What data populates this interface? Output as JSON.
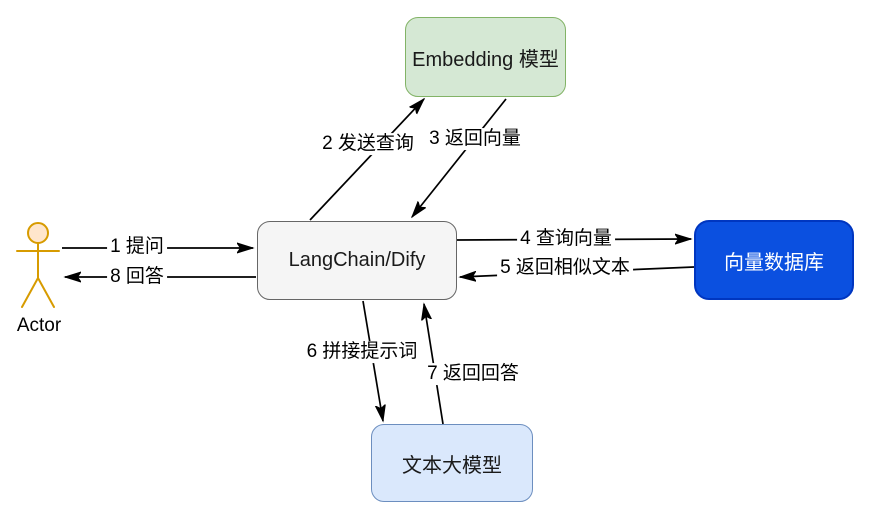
{
  "actor": {
    "label": "Actor"
  },
  "nodes": {
    "embedding": {
      "label": "Embedding 模型",
      "fill": "#d5e8d4",
      "stroke": "#82b366",
      "text_color": "#000000"
    },
    "langchain": {
      "label": "LangChain/Dify",
      "fill": "#f5f5f5",
      "stroke": "#666666",
      "text_color": "#333333"
    },
    "vectordb": {
      "label": "向量数据库",
      "fill": "#0b50e0",
      "stroke": "#0036c0",
      "text_color": "#ffffff"
    },
    "llm": {
      "label": "文本大模型",
      "fill": "#dae8fc",
      "stroke": "#6c8ebf",
      "text_color": "#000000"
    }
  },
  "edges": {
    "e1": {
      "label": "1 提问",
      "from": "Actor",
      "to": "LangChain/Dify"
    },
    "e2": {
      "label": "2 发送查询",
      "from": "LangChain/Dify",
      "to": "Embedding 模型"
    },
    "e3": {
      "label": "3 返回向量",
      "from": "Embedding 模型",
      "to": "LangChain/Dify"
    },
    "e4": {
      "label": "4 查询向量",
      "from": "LangChain/Dify",
      "to": "向量数据库"
    },
    "e5": {
      "label": "5 返回相似文本",
      "from": "向量数据库",
      "to": "LangChain/Dify"
    },
    "e6": {
      "label": "6 拼接提示词",
      "from": "LangChain/Dify",
      "to": "文本大模型"
    },
    "e7": {
      "label": "7 返回回答",
      "from": "文本大模型",
      "to": "LangChain/Dify"
    },
    "e8": {
      "label": "8 回答",
      "from": "LangChain/Dify",
      "to": "Actor"
    }
  },
  "colors": {
    "background": "#ffffff",
    "arrow": "#000000",
    "actor_stroke": "#d79b00",
    "actor_head_fill": "#ffe6cc"
  }
}
